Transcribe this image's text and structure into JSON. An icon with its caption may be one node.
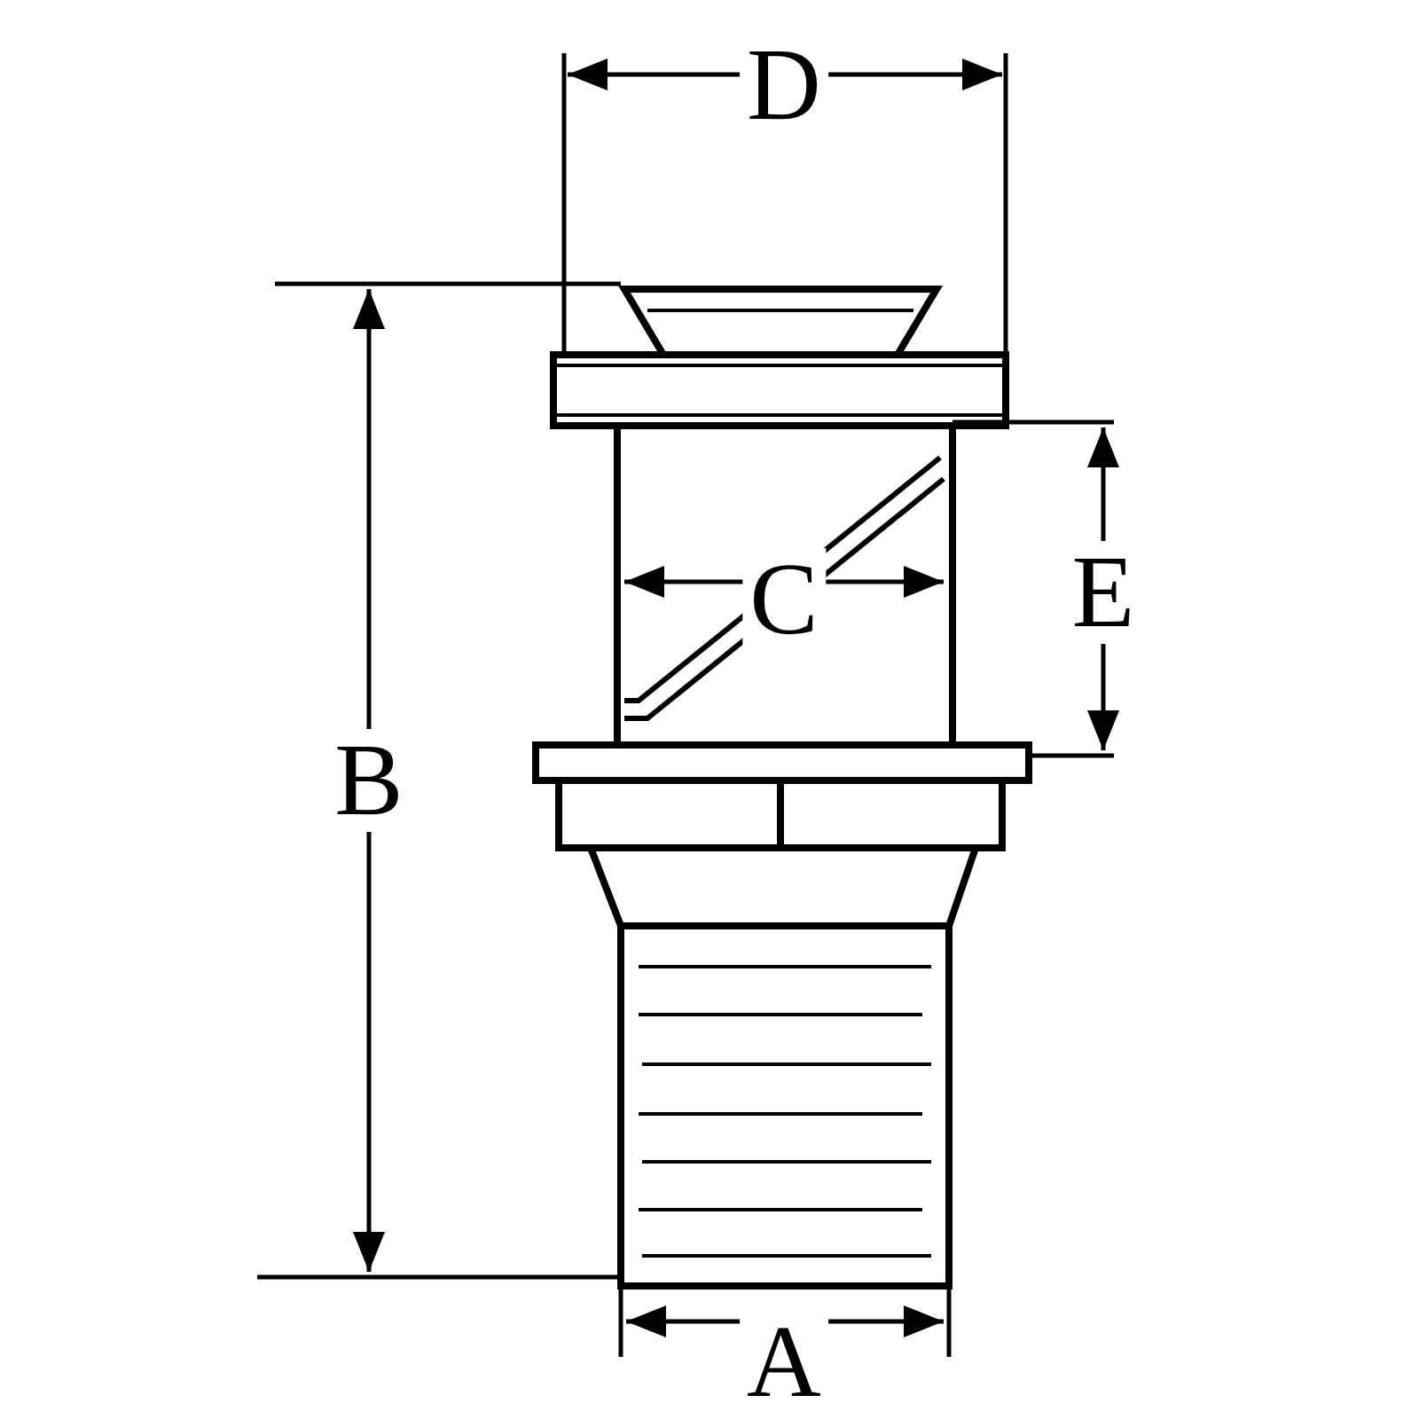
{
  "diagram": {
    "labels": [
      "D",
      "C",
      "E",
      "B",
      "A"
    ]
  }
}
